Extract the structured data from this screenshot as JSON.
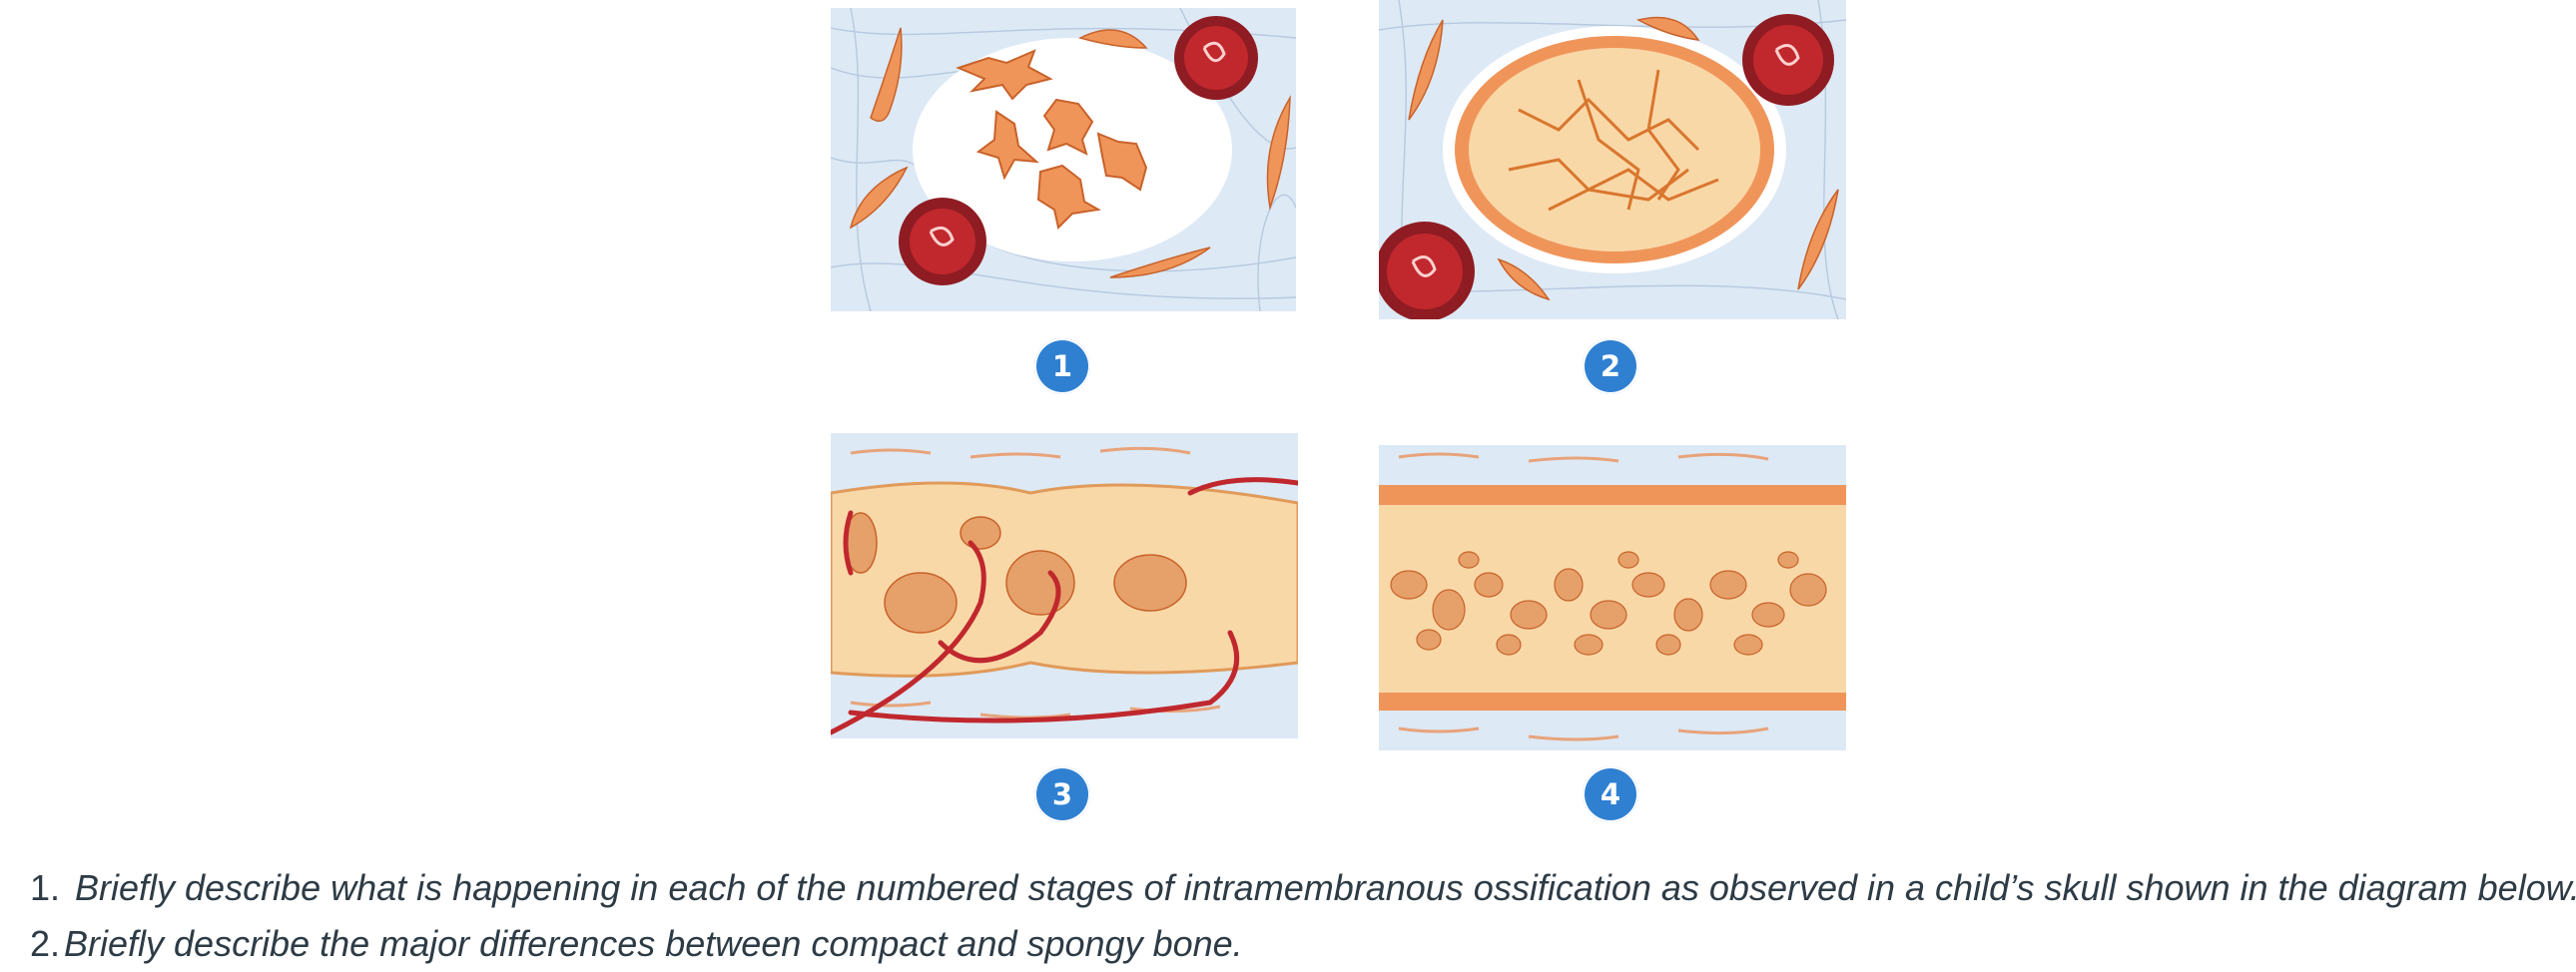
{
  "figure": {
    "panels": [
      {
        "step": "1"
      },
      {
        "step": "2"
      },
      {
        "step": "3"
      },
      {
        "step": "4"
      }
    ]
  },
  "questions": [
    {
      "number": "1.",
      "text": "Briefly describe what is happening in each of the numbered stages of intramembranous ossification as observed in a child’s skull shown in the diagram below."
    },
    {
      "number": "2.",
      "text": "Briefly describe the major differences between compact and spongy bone."
    }
  ],
  "colors": {
    "step_badge": "#2f80d1",
    "connective_tissue": "#dde9f5",
    "cell_orange": "#f0955a",
    "bone_matrix": "#f9d8a8",
    "blood_vessel": "#c0282d",
    "question_text": "#2d3b45"
  }
}
